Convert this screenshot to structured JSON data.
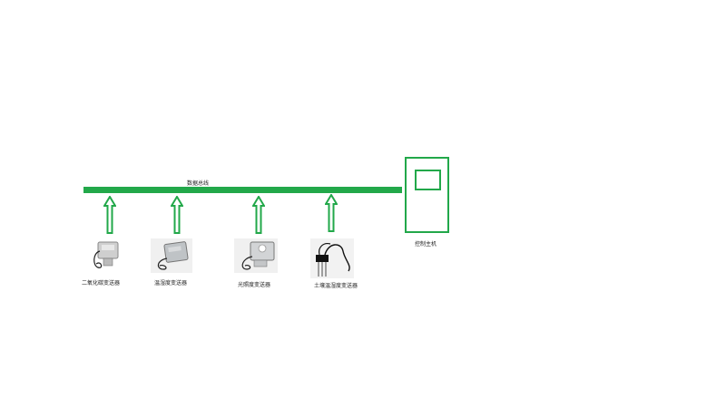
{
  "bus": {
    "label": "数据总线",
    "color": "#22a84a"
  },
  "controller": {
    "label": "控制主机"
  },
  "sensors": [
    {
      "label": "二氧化碳变送器",
      "icon": "co2-sensor-icon"
    },
    {
      "label": "温湿度变送器",
      "icon": "temp-humidity-sensor-icon"
    },
    {
      "label": "光照度变送器",
      "icon": "light-sensor-icon"
    },
    {
      "label": "土壤温湿度变送器",
      "icon": "soil-sensor-icon"
    }
  ]
}
